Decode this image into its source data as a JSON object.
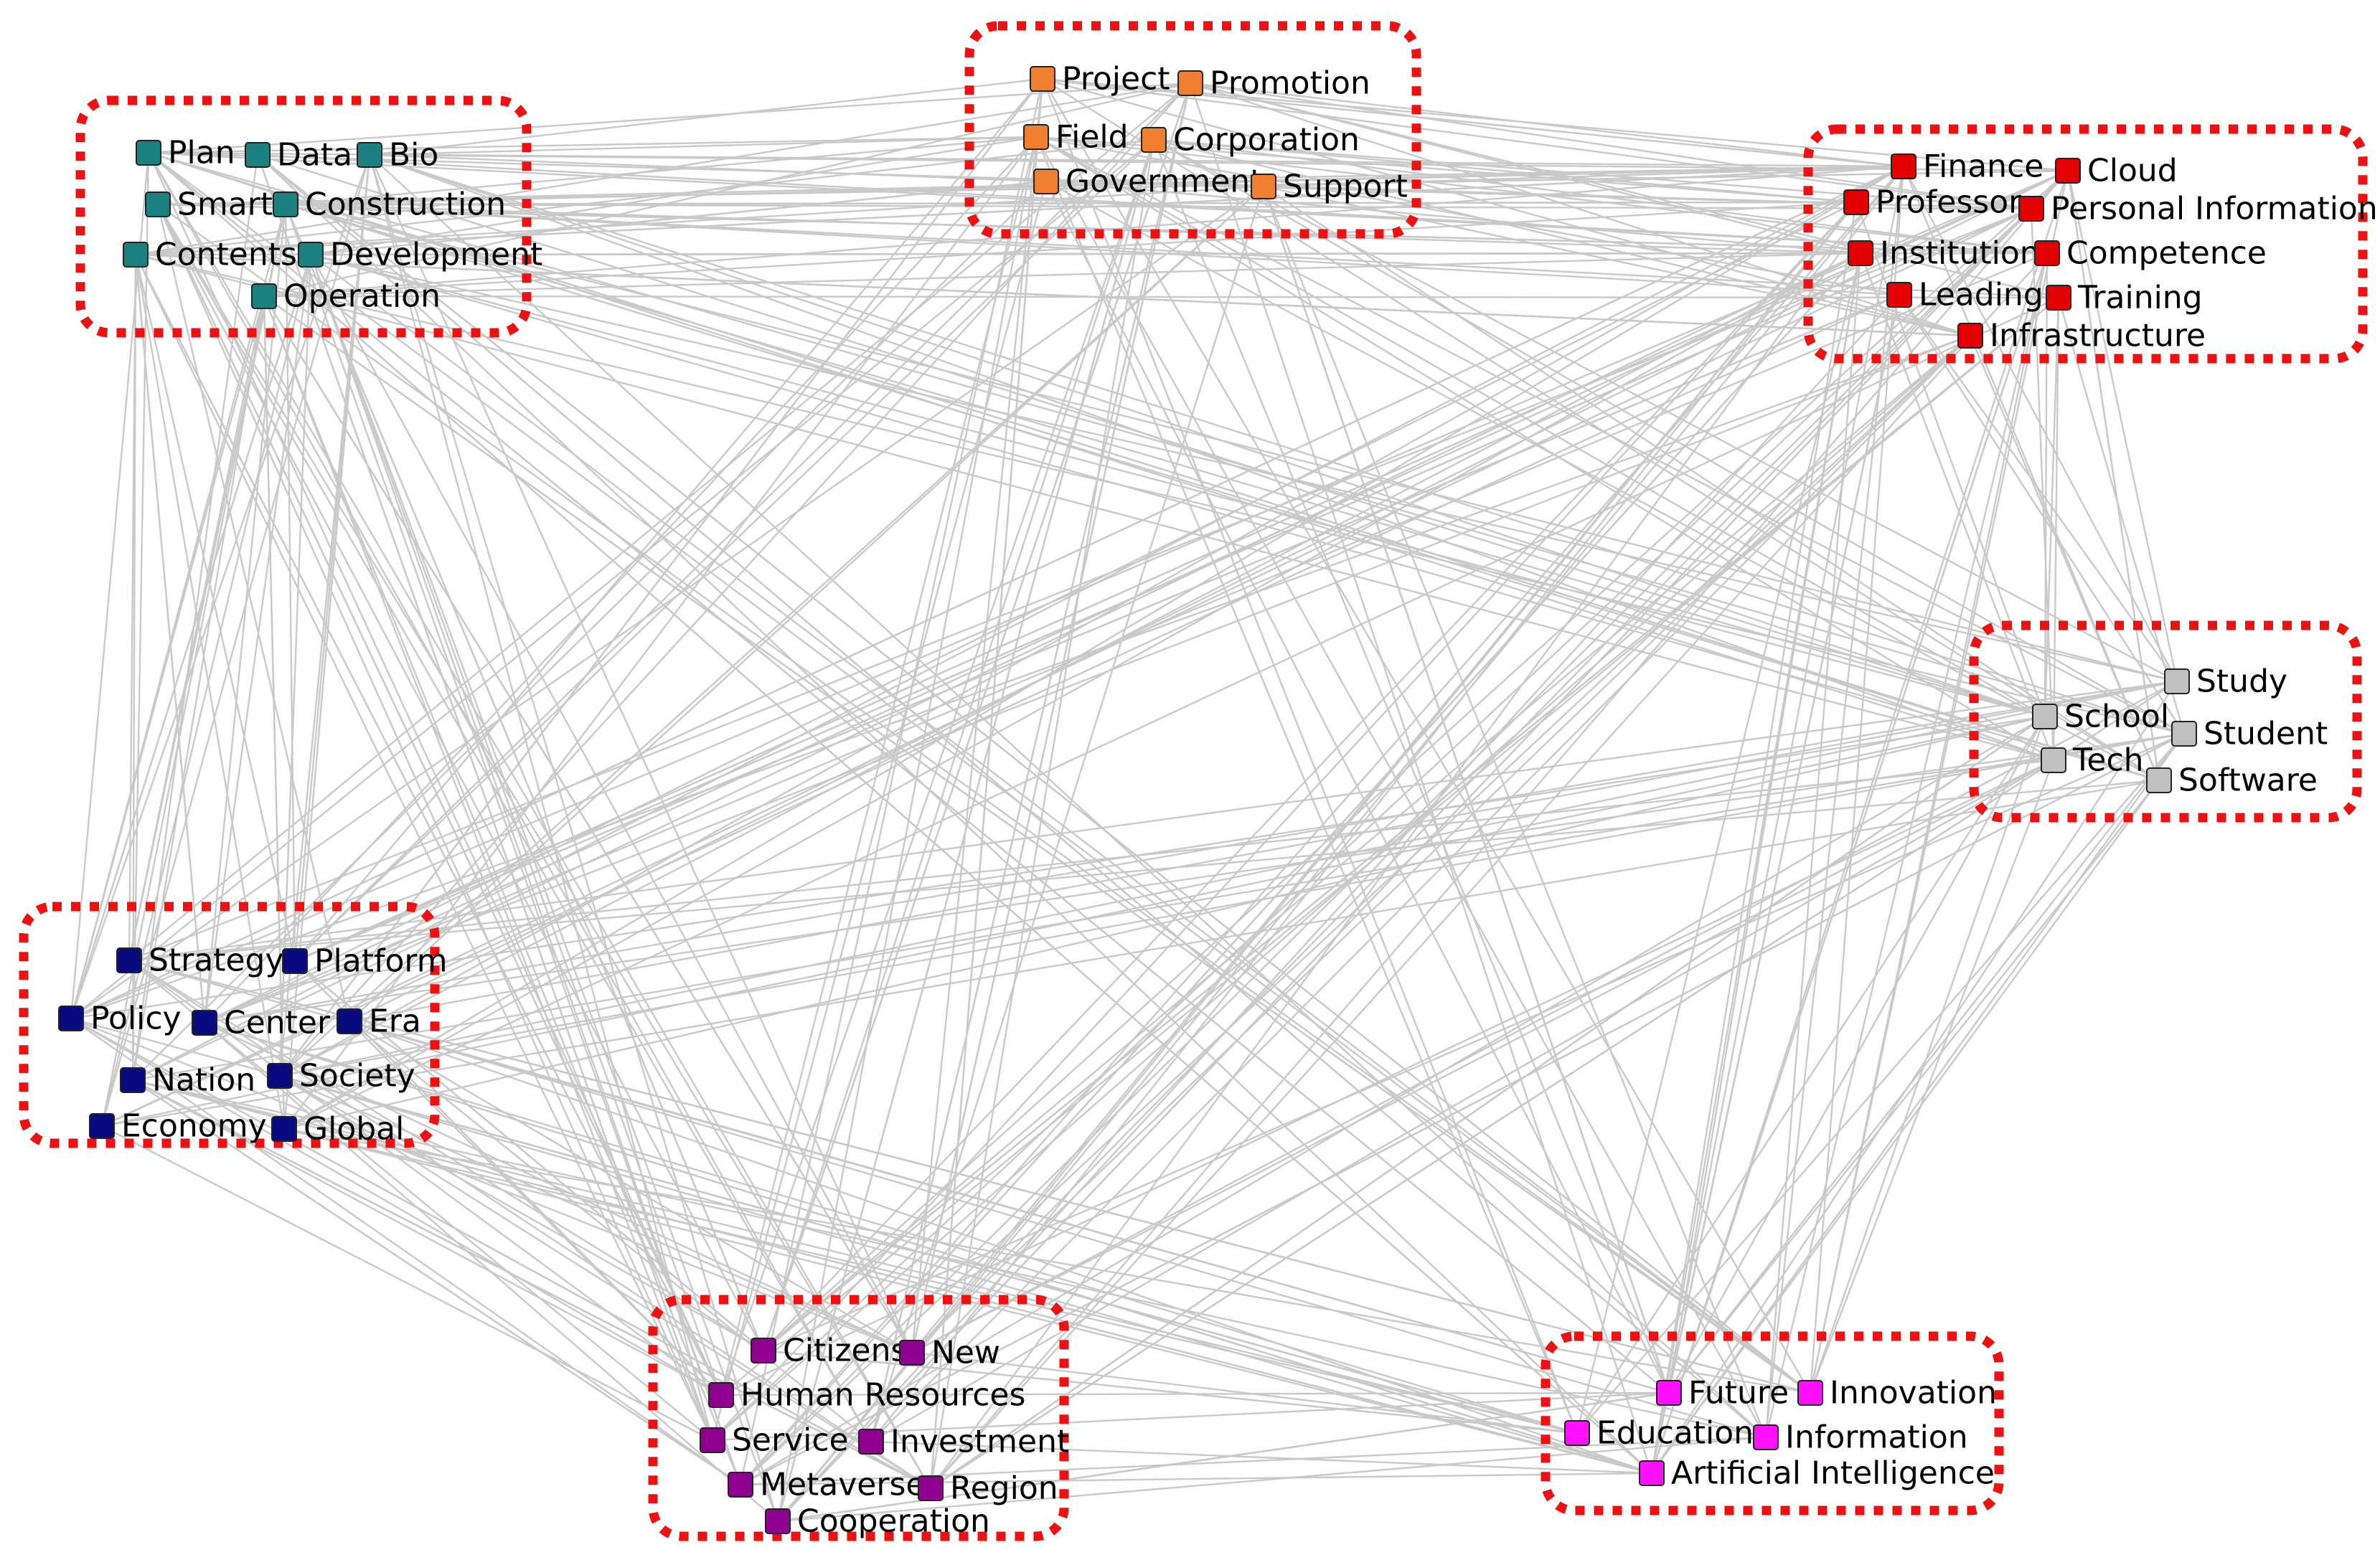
{
  "diagram": {
    "type": "network-graph",
    "clusters": [
      {
        "id": "teal",
        "color": "#1a8080",
        "nodes": [
          "Plan",
          "Data",
          "Bio",
          "Smart",
          "Construction",
          "Contents",
          "Development",
          "Operation"
        ]
      },
      {
        "id": "orange",
        "color": "#f08030",
        "nodes": [
          "Project",
          "Promotion",
          "Field",
          "Corporation",
          "Government",
          "Support"
        ]
      },
      {
        "id": "red",
        "color": "#e30000",
        "nodes": [
          "Finance",
          "Cloud",
          "Professor",
          "Personal Information",
          "Institution",
          "Competence",
          "Leading",
          "Training",
          "Infrastructure"
        ]
      },
      {
        "id": "gray",
        "color": "#c0c0c0",
        "nodes": [
          "Study",
          "School",
          "Student",
          "Tech",
          "Software"
        ]
      },
      {
        "id": "navy",
        "color": "#0a0a80",
        "nodes": [
          "Strategy",
          "Platform",
          "Policy",
          "Center",
          "Era",
          "Nation",
          "Society",
          "Economy",
          "Global"
        ]
      },
      {
        "id": "purple",
        "color": "#900090",
        "nodes": [
          "Citizens",
          "New",
          "Human Resources",
          "Service",
          "Investment",
          "Metaverse",
          "Region",
          "Cooperation"
        ]
      },
      {
        "id": "magenta",
        "color": "#ff10ff",
        "nodes": [
          "Future",
          "Innovation",
          "Education",
          "Information",
          "Artificial Intelligence"
        ]
      }
    ],
    "edge_color": "#c9c9c9",
    "cluster_border_color": "#ee1111"
  }
}
